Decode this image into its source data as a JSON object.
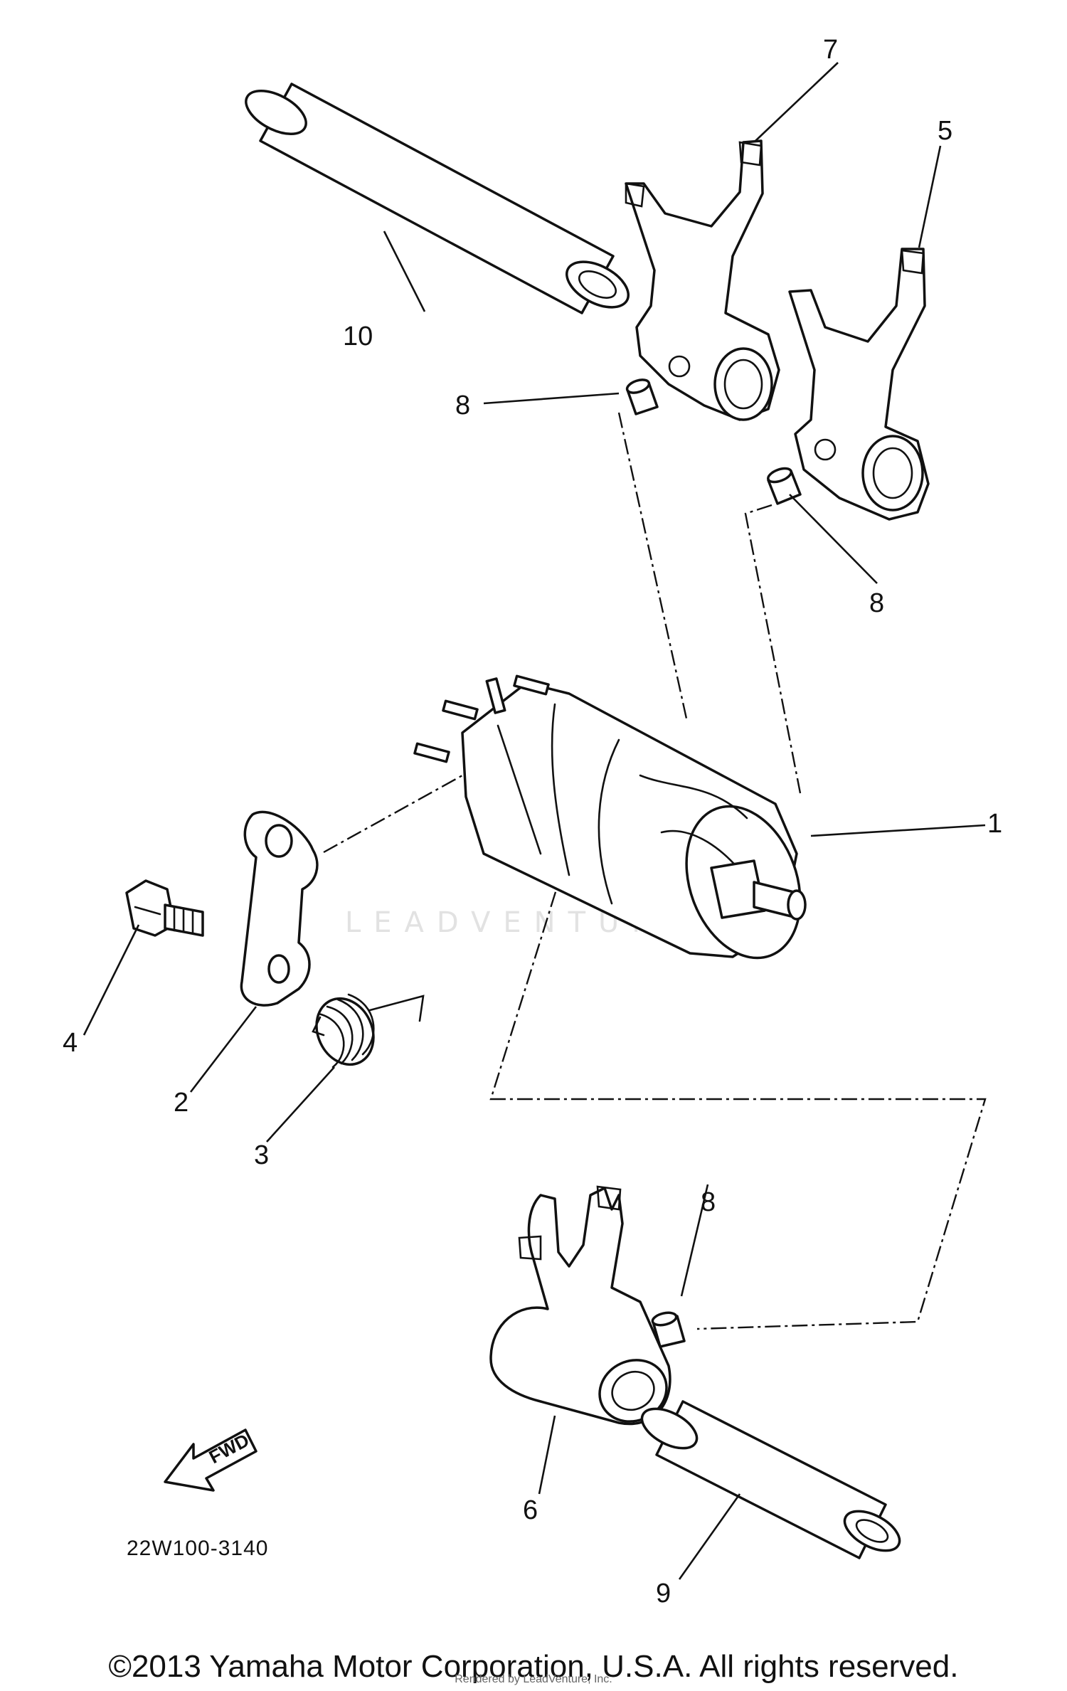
{
  "watermark": "LEADVENTURE",
  "diagram_code": "22W100-3140",
  "direction_arrow_label": "FWD",
  "callouts": [
    {
      "id": "c1",
      "label": "1"
    },
    {
      "id": "c2",
      "label": "2"
    },
    {
      "id": "c3",
      "label": "3"
    },
    {
      "id": "c4",
      "label": "4"
    },
    {
      "id": "c5",
      "label": "5"
    },
    {
      "id": "c6",
      "label": "6"
    },
    {
      "id": "c7",
      "label": "7"
    },
    {
      "id": "c8a",
      "label": "8"
    },
    {
      "id": "c8b",
      "label": "8"
    },
    {
      "id": "c8c",
      "label": "8"
    },
    {
      "id": "c9",
      "label": "9"
    },
    {
      "id": "c10",
      "label": "10"
    }
  ],
  "copyright": "©2013 Yamaha Motor Corporation, U.S.A. All rights reserved.",
  "credit": "Rendered by LeadVenture, Inc."
}
